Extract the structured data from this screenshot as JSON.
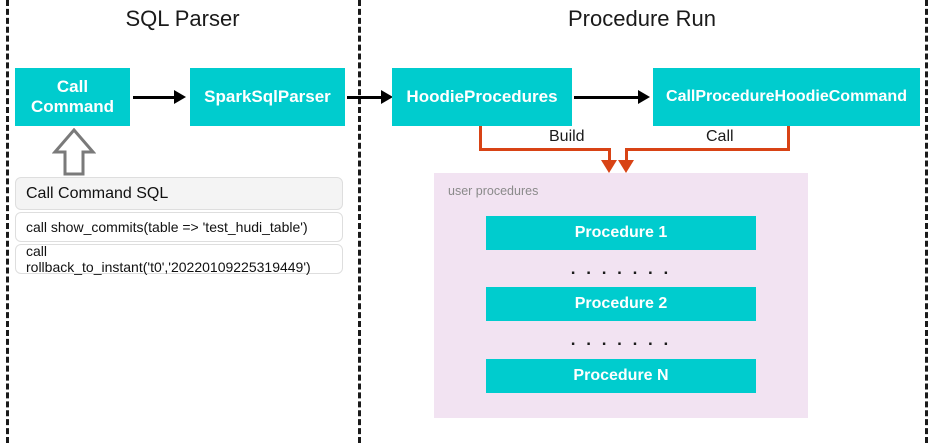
{
  "diagram": {
    "sections": [
      {
        "id": "sql-parser",
        "title": "SQL Parser"
      },
      {
        "id": "procedure-run",
        "title": "Procedure Run"
      }
    ],
    "nodes": [
      {
        "id": "call-command",
        "label": "Call\nCommand",
        "line1": "Call",
        "line2": "Command"
      },
      {
        "id": "spark-sql-parser",
        "label": "SparkSqlParser"
      },
      {
        "id": "hoodie-procedures",
        "label": "HoodieProcedures"
      },
      {
        "id": "call-procedure-hoodie-command",
        "label": "CallProcedureHoodieCommand"
      }
    ],
    "sql_table": {
      "header": "Call Command SQL",
      "rows": [
        "call show_commits(table => 'test_hudi_table')",
        "call rollback_to_instant('t0','20220109225319449')"
      ]
    },
    "user_procedures_panel": {
      "label": "user procedures",
      "procedures": [
        {
          "label": "Procedure 1"
        },
        {
          "label": "Procedure 2"
        },
        {
          "label": "Procedure N"
        }
      ],
      "ellipsis": ". . . . . . ."
    },
    "connector_labels": {
      "build": "Build",
      "call": "Call"
    },
    "colors": {
      "node_fill": "#00ccce",
      "node_text": "#ffffff",
      "panel_fill": "#f2e3f2",
      "panel_label": "#8a8a8a",
      "connector": "#d84315",
      "arrow": "#000000",
      "divider": "#1a1a1a"
    }
  }
}
